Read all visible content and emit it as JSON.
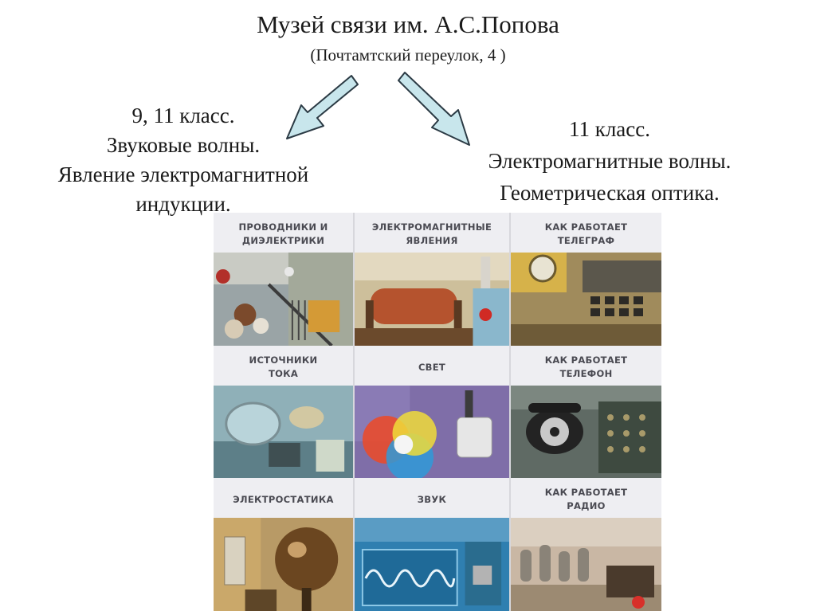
{
  "header": {
    "title": "Музей связи им. А.С.Попова",
    "address": "(Почтамтский переулок, 4 )"
  },
  "left": {
    "grade": "9, 11 класс.",
    "topic1": "Звуковые волны.",
    "topic2_line1": "Явление электромагнитной",
    "topic2_line2": "индукции."
  },
  "right": {
    "grade": "11 класс.",
    "topic1": "Электромагнитные волны.",
    "topic2": "Геометрическая оптика."
  },
  "poster": {
    "panels": [
      {
        "line1": "ПРОВОДНИКИ И",
        "line2": "ДИЭЛЕКТРИКИ"
      },
      {
        "line1": "ЭЛЕКТРОМАГНИТНЫЕ",
        "line2": "ЯВЛЕНИЯ"
      },
      {
        "line1": "КАК РАБОТАЕТ",
        "line2": "ТЕЛЕГРАФ"
      },
      {
        "line1": "ИСТОЧНИКИ",
        "line2": "ТОКА"
      },
      {
        "line1": "СВЕТ",
        "line2": ""
      },
      {
        "line1": "КАК РАБОТАЕТ",
        "line2": "ТЕЛЕФОН"
      },
      {
        "line1": "ЭЛЕКТРОСТАТИКА",
        "line2": ""
      },
      {
        "line1": "ЗВУК",
        "line2": ""
      },
      {
        "line1": "КАК РАБОТАЕТ",
        "line2": "РАДИО"
      }
    ]
  },
  "colors": {
    "arrow_fill": "#c8e6ec",
    "arrow_stroke": "#2b3a44",
    "panel_label_text": "#4a4a52"
  }
}
